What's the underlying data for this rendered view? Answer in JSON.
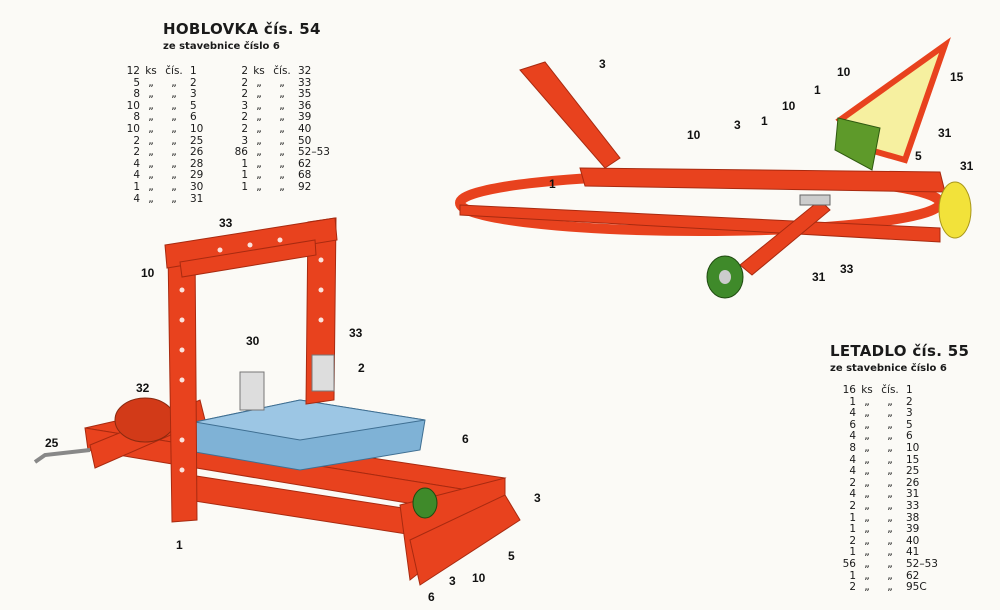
{
  "planer": {
    "title": "HOBLOVKA čís. 54",
    "subtitle": "ze stavebnice číslo 6",
    "parts_left": [
      {
        "qty": "12",
        "unit": "ks",
        "col": "čís.",
        "no": "1"
      },
      {
        "qty": "5",
        "unit": "„",
        "col": "„",
        "no": "2"
      },
      {
        "qty": "8",
        "unit": "„",
        "col": "„",
        "no": "3"
      },
      {
        "qty": "10",
        "unit": "„",
        "col": "„",
        "no": "5"
      },
      {
        "qty": "8",
        "unit": "„",
        "col": "„",
        "no": "6"
      },
      {
        "qty": "10",
        "unit": "„",
        "col": "„",
        "no": "10"
      },
      {
        "qty": "2",
        "unit": "„",
        "col": "„",
        "no": "25"
      },
      {
        "qty": "2",
        "unit": "„",
        "col": "„",
        "no": "26"
      },
      {
        "qty": "4",
        "unit": "„",
        "col": "„",
        "no": "28"
      },
      {
        "qty": "4",
        "unit": "„",
        "col": "„",
        "no": "29"
      },
      {
        "qty": "1",
        "unit": "„",
        "col": "„",
        "no": "30"
      },
      {
        "qty": "4",
        "unit": "„",
        "col": "„",
        "no": "31"
      }
    ],
    "parts_right": [
      {
        "qty": "2",
        "unit": "ks",
        "col": "čís.",
        "no": "32"
      },
      {
        "qty": "2",
        "unit": "„",
        "col": "„",
        "no": "33"
      },
      {
        "qty": "2",
        "unit": "„",
        "col": "„",
        "no": "35"
      },
      {
        "qty": "3",
        "unit": "„",
        "col": "„",
        "no": "36"
      },
      {
        "qty": "2",
        "unit": "„",
        "col": "„",
        "no": "39"
      },
      {
        "qty": "2",
        "unit": "„",
        "col": "„",
        "no": "40"
      },
      {
        "qty": "3",
        "unit": "„",
        "col": "„",
        "no": "50"
      },
      {
        "qty": "86",
        "unit": "„",
        "col": "„",
        "no": "52–53"
      },
      {
        "qty": "1",
        "unit": "„",
        "col": "„",
        "no": "62"
      },
      {
        "qty": "1",
        "unit": "„",
        "col": "„",
        "no": "68"
      },
      {
        "qty": "1",
        "unit": "„",
        "col": "„",
        "no": "92"
      }
    ],
    "callouts": [
      "33",
      "10",
      "30",
      "33",
      "2",
      "32",
      "25",
      "6",
      "3",
      "5",
      "1",
      "10",
      "3",
      "6"
    ]
  },
  "airplane": {
    "title": "LETADLO čís. 55",
    "subtitle": "ze stavebnice číslo 6",
    "parts": [
      {
        "qty": "16",
        "unit": "ks",
        "col": "čís.",
        "no": "1"
      },
      {
        "qty": "1",
        "unit": "„",
        "col": "„",
        "no": "2"
      },
      {
        "qty": "4",
        "unit": "„",
        "col": "„",
        "no": "3"
      },
      {
        "qty": "6",
        "unit": "„",
        "col": "„",
        "no": "5"
      },
      {
        "qty": "4",
        "unit": "„",
        "col": "„",
        "no": "6"
      },
      {
        "qty": "8",
        "unit": "„",
        "col": "„",
        "no": "10"
      },
      {
        "qty": "4",
        "unit": "„",
        "col": "„",
        "no": "15"
      },
      {
        "qty": "4",
        "unit": "„",
        "col": "„",
        "no": "25"
      },
      {
        "qty": "2",
        "unit": "„",
        "col": "„",
        "no": "26"
      },
      {
        "qty": "4",
        "unit": "„",
        "col": "„",
        "no": "31"
      },
      {
        "qty": "2",
        "unit": "„",
        "col": "„",
        "no": "33"
      },
      {
        "qty": "1",
        "unit": "„",
        "col": "„",
        "no": "38"
      },
      {
        "qty": "1",
        "unit": "„",
        "col": "„",
        "no": "39"
      },
      {
        "qty": "2",
        "unit": "„",
        "col": "„",
        "no": "40"
      },
      {
        "qty": "1",
        "unit": "„",
        "col": "„",
        "no": "41"
      },
      {
        "qty": "56",
        "unit": "„",
        "col": "„",
        "no": "52–53"
      },
      {
        "qty": "1",
        "unit": "„",
        "col": "„",
        "no": "62"
      },
      {
        "qty": "2",
        "unit": "„",
        "col": "„",
        "no": "95C"
      }
    ],
    "callouts": [
      "3",
      "10",
      "15",
      "1",
      "10",
      "3",
      "1",
      "10",
      "31",
      "5",
      "1",
      "31",
      "31",
      "33"
    ]
  },
  "colors": {
    "metal_red": "#e8421e",
    "plate_blue": "#7fb2d6",
    "wheel_green": "#3f8a2a",
    "propeller_yellow": "#f2e23a",
    "paper": "#fbfaf6"
  }
}
